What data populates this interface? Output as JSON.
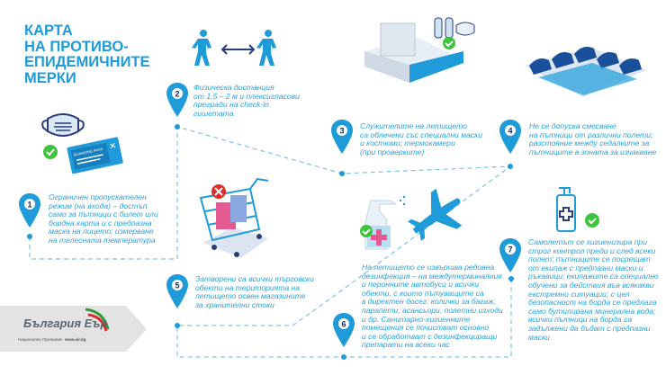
{
  "title": [
    "КАРТА",
    "НА ПРОТИВО-",
    "ЕПИДЕМИЧНИТЕ",
    "МЕРКИ"
  ],
  "colors": {
    "accent": "#1e9bd8",
    "check": "#3cc43c",
    "logo_grey": "#e3e3e3"
  },
  "steps": [
    {
      "number": "1",
      "lines": [
        "Ограничен пропускателен",
        "режим (на входа) – достъп",
        "само за пътници с билет или",
        "бордна карта и с предпазна",
        "маска на лицето; измерване",
        "на телесната температура"
      ]
    },
    {
      "number": "2",
      "lines": [
        "Физическа дистанция",
        "от 1,5 – 2 м и плексигласови",
        "прегради на check-in",
        "гишетата"
      ]
    },
    {
      "number": "3",
      "lines": [
        "Служителите на летището",
        "са облечени със специални маски",
        "и костюми; термокамери",
        "(при проверките)"
      ]
    },
    {
      "number": "4",
      "lines": [
        "Не се допуска смесване",
        "на пътници от различни полети;",
        "разстояние между седалките за",
        "пътниците в зоната за изчакване"
      ]
    },
    {
      "number": "5",
      "lines": [
        "Затворени са всички търговски",
        "обекти на територията на",
        "летището освен магазините",
        "за хранителни стоки"
      ]
    },
    {
      "number": "6",
      "lines": [
        "На летището се извършва редовна",
        "дезинфекция – на междутерминалния",
        "и перонните автобуси и всички",
        "обекти, с които пътуващите са",
        "в директен досег: колички за багаж,",
        "парапети, асансьори, полетни изходи",
        "и др. Санитарно-хигиенните",
        "помещения се почистват основно",
        "и се обработват с дезинфекциращи",
        "препарати на всеки час"
      ]
    },
    {
      "number": "7",
      "lines": [
        "Самолетът се хигиенизира при",
        "строг контрол преди и след всеки",
        "полет; пътниците се посрещат",
        "от екипаж с предпазни маски и",
        "ръкавици; екипажите са специално",
        "обучени за действия във всякакви",
        "екстремни ситуации; с цел",
        "безопасност на борда се предлага",
        "само бутилирана минерална вода;",
        "всички пътници на борда са",
        "задължени да бъдат с предпазни",
        "маски"
      ]
    }
  ],
  "boarding_pass": "BOARDING PASS",
  "logo": {
    "name": "България Еър",
    "tagline": "Национален Превозвач",
    "url": "www.air.bg"
  }
}
